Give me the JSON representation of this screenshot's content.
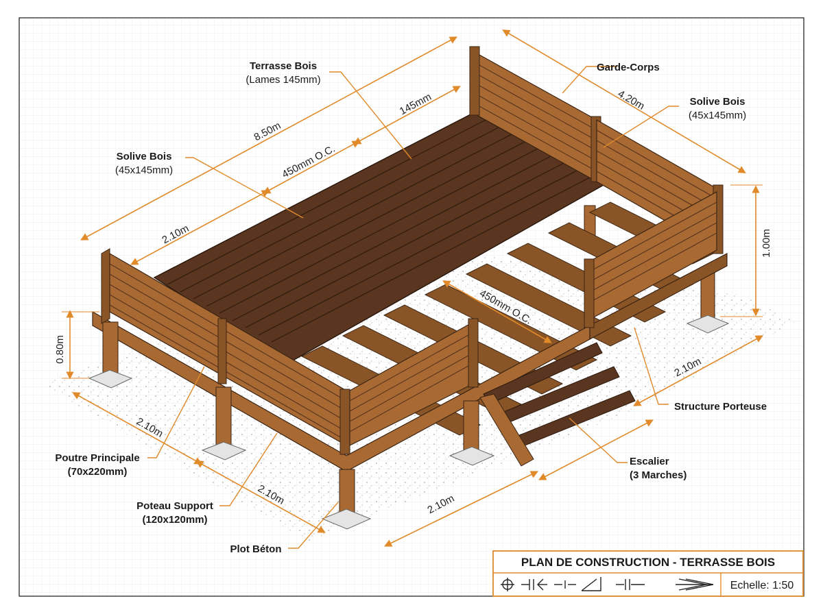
{
  "labels": {
    "terrasse_bois": "Terrasse Bois",
    "terrasse_bois_sub": "(Lames 145mm)",
    "garde_corps": "Garde-Corps",
    "solive_bois_left": "Solive Bois",
    "solive_bois_left_sub": "(45x145mm)",
    "solive_bois_right": "Solive Bois",
    "solive_bois_right_sub": "(45x145mm)",
    "poutre_principale": "Poutre Principale",
    "poutre_principale_sub": "(70x220mm)",
    "poteau_support": "Poteau Support",
    "poteau_support_sub": "(120x120mm)",
    "plot_beton": "Plot Béton",
    "structure_porteuse": "Structure Porteuse",
    "escalier": "Escalier",
    "escalier_sub": "(3 Marches)"
  },
  "dimensions": {
    "length_total": "8.50m",
    "width_total": "4.20m",
    "board_width": "145mm",
    "joist_spacing_top": "450mm O.C.",
    "joist_spacing_mid": "450mm O.C.",
    "span_left_top": "2.10m",
    "span_front_1": "2.10m",
    "span_front_2": "2.10m",
    "span_front_3": "2.10m",
    "span_right": "2.10m",
    "height_left": "0.80m",
    "height_right": "1.00m"
  },
  "title_block": {
    "title": "PLAN DE CONSTRUCTION - TERRASSE BOIS",
    "scale": "Echelle: 1:50"
  },
  "colors": {
    "dimension_line": "#e08a2a",
    "wood_dark": "#5a3520",
    "wood_light": "#a86a32",
    "grid": "#e6e6e6",
    "border": "#333333"
  }
}
